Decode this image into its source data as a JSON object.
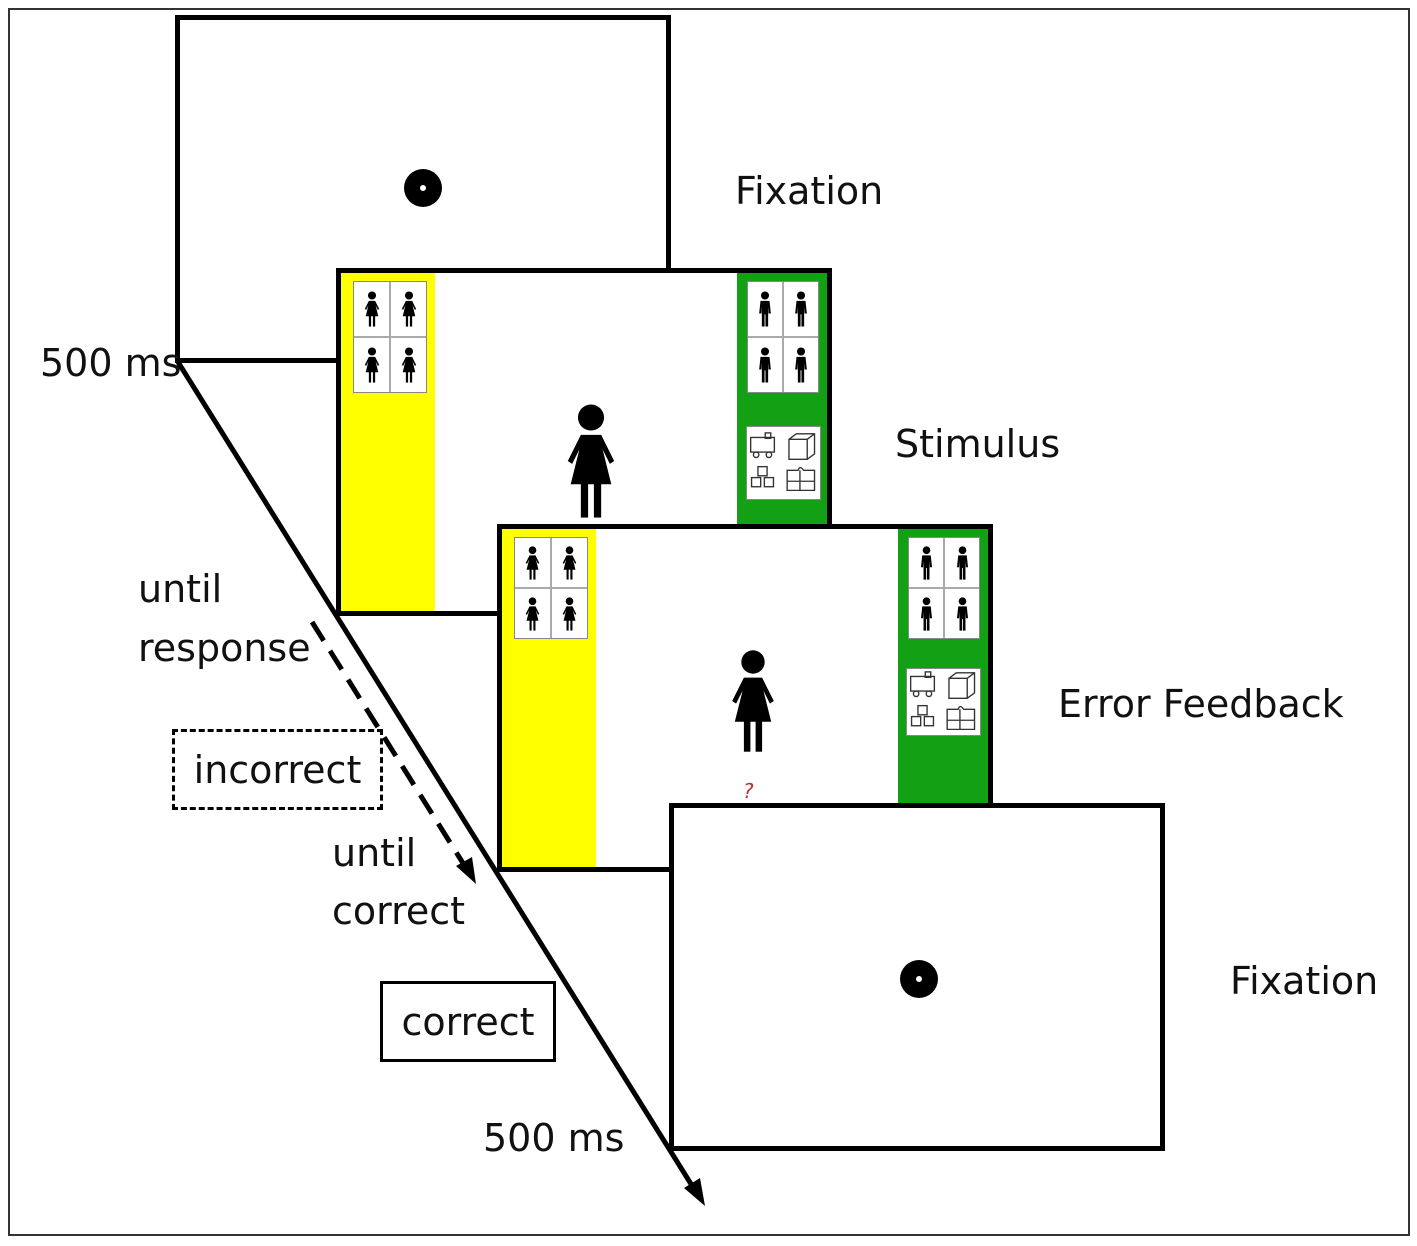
{
  "screens": [
    {
      "label": "Fixation"
    },
    {
      "label": "Stimulus"
    },
    {
      "label": "Error Feedback",
      "feedback_symbol": "?"
    },
    {
      "label": "Fixation"
    }
  ],
  "timings": {
    "first": "500 ms",
    "stimulus_line1": "until",
    "stimulus_line2": "response",
    "error_line1": "until",
    "error_line2": "correct",
    "last": "500 ms"
  },
  "responses": {
    "incorrect": "incorrect",
    "correct": "correct"
  },
  "colors": {
    "left_strip": "#ffff00",
    "right_strip": "#14a014",
    "feedback": "#c03030"
  }
}
